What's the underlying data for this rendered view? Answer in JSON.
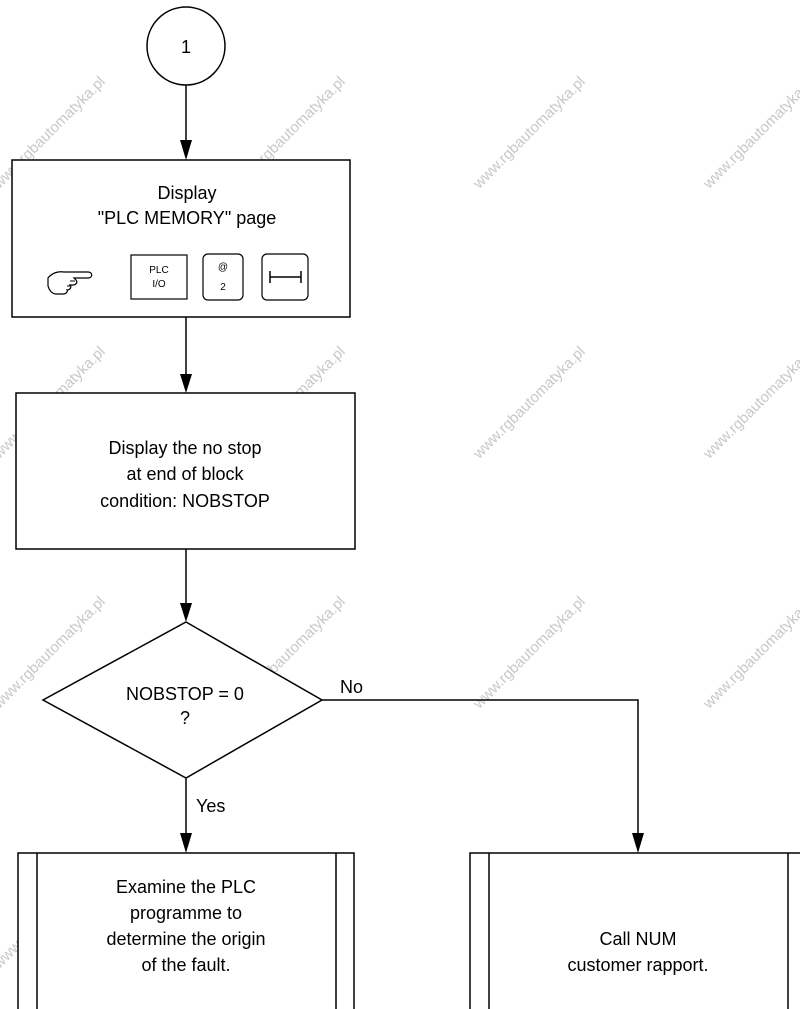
{
  "watermark": "www.rgbautomatyka.pl",
  "connector": {
    "label": "1"
  },
  "box1": {
    "line1": "Display",
    "line2": "\"PLC MEMORY\" page",
    "keys": [
      {
        "name": "plc-io-key",
        "line1": "PLC",
        "line2": "I/O"
      },
      {
        "name": "at-2-key",
        "line1": "@",
        "line2": "2"
      }
    ],
    "pointer_icon": "hand-pointer-icon",
    "enter_icon": "enter-key-icon"
  },
  "box2": {
    "line1": "Display the no stop",
    "line2": "at end of block",
    "line3": "condition: NOBSTOP"
  },
  "decision": {
    "line1": "NOBSTOP = 0",
    "line2": "?",
    "no_label": "No",
    "yes_label": "Yes"
  },
  "box3": {
    "line1": "Examine the PLC",
    "line2": "programme to",
    "line3": "determine the origin",
    "line4": "of the fault."
  },
  "box4": {
    "line1": "Call NUM",
    "line2": "customer rapport."
  }
}
